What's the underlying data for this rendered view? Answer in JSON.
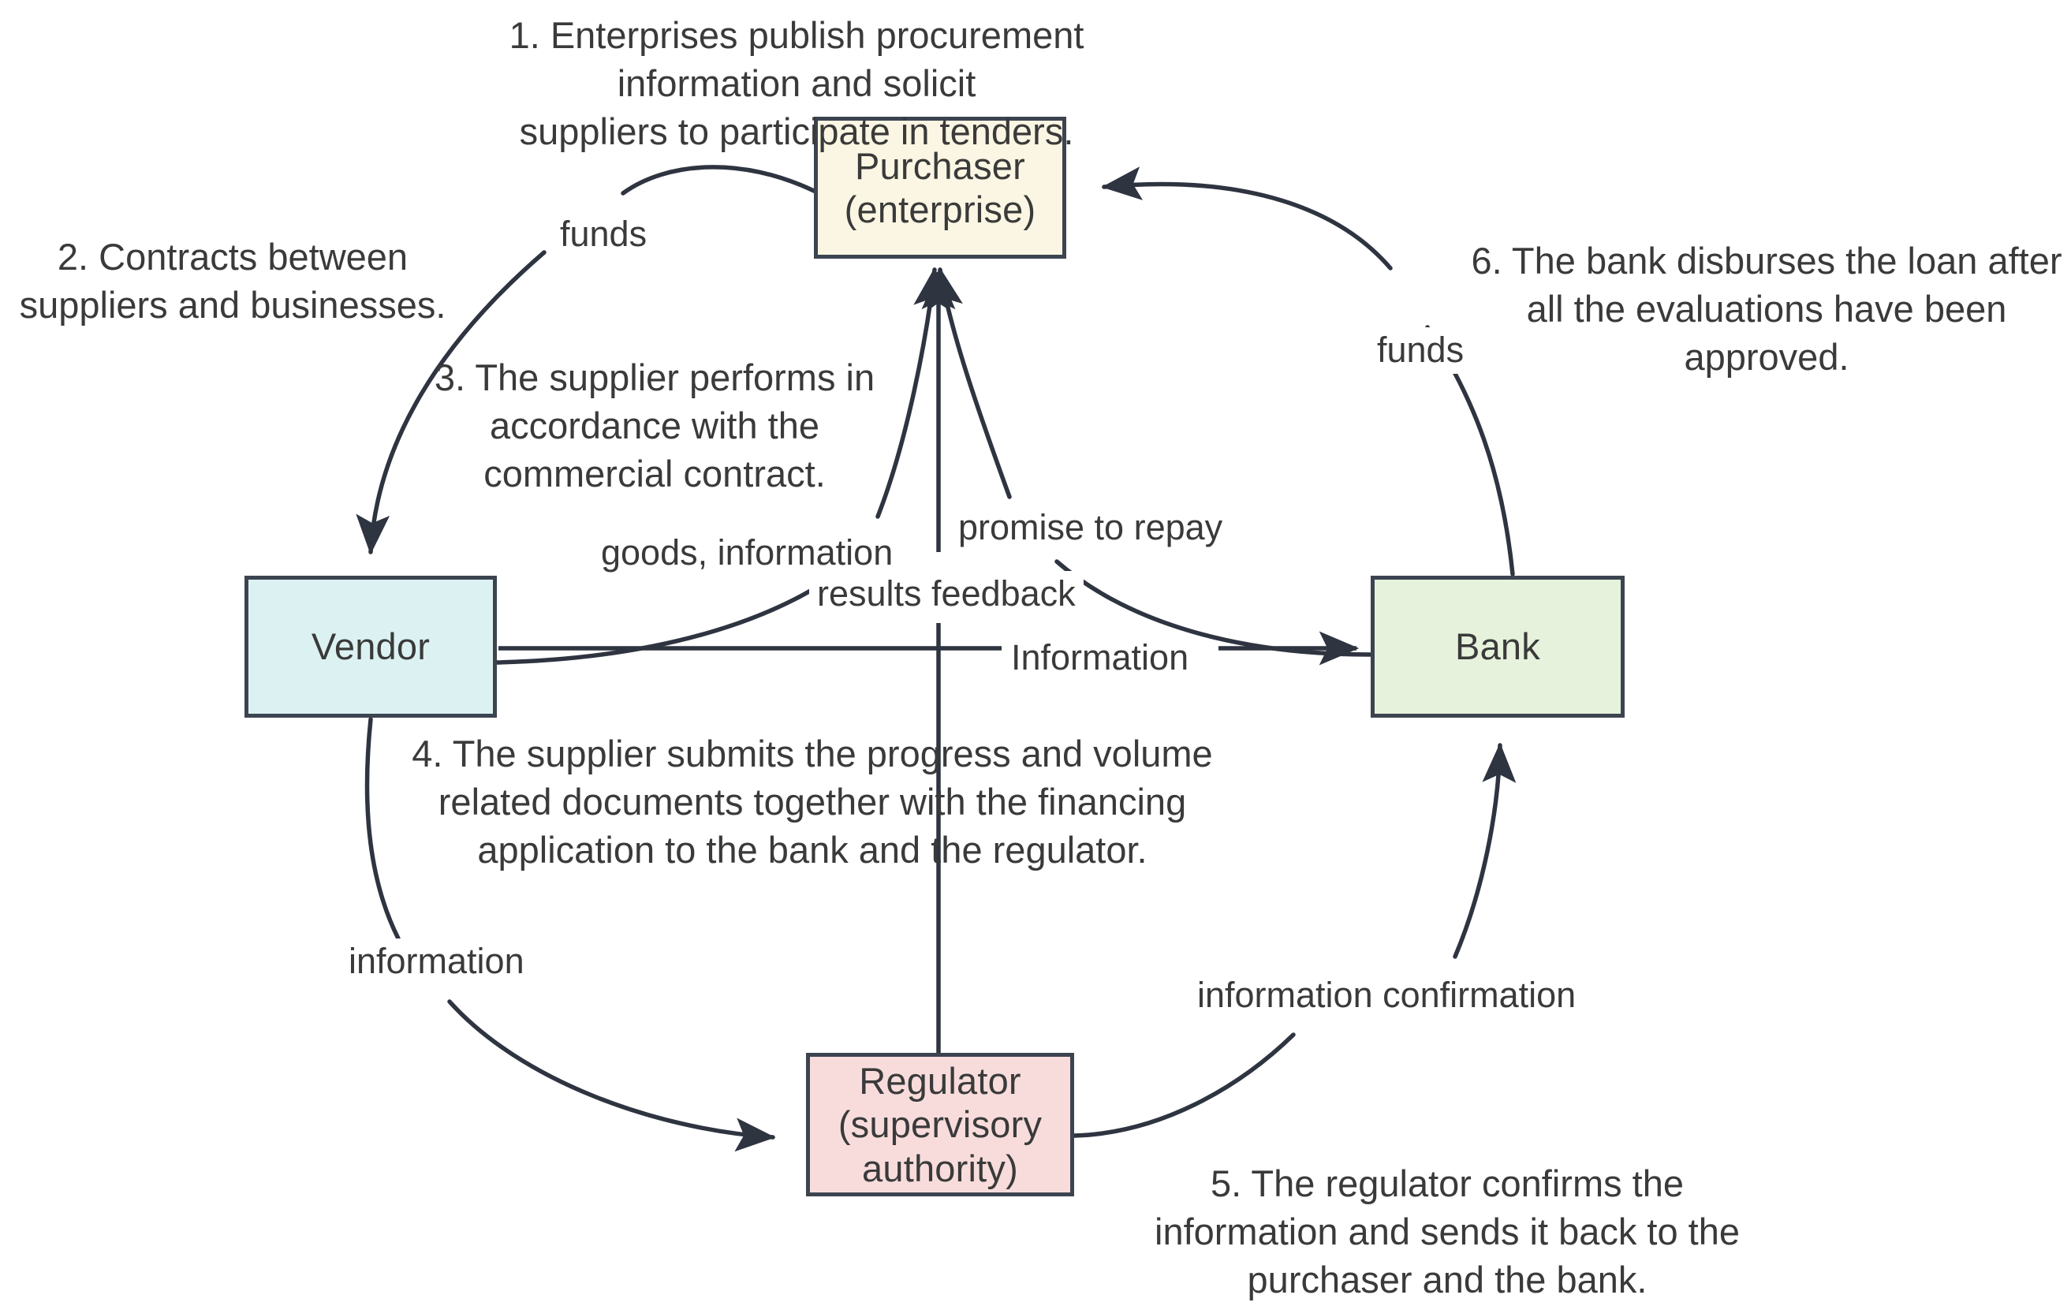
{
  "diagram": {
    "title": "Supply chain finance circular process flow",
    "background_color": "#ffffff",
    "stroke_color": "#3c4450",
    "text_color": "#3a3a3a"
  },
  "nodes": [
    {
      "id": "purchaser",
      "label_line1": "Purchaser",
      "label_line2": "(enterprise)",
      "fill": "#faf6e3",
      "border": "#3c4450"
    },
    {
      "id": "vendor",
      "label_line1": "Vendor",
      "label_line2": "",
      "fill": "#dcf2f2",
      "border": "#3c4450"
    },
    {
      "id": "bank",
      "label_line1": "Bank",
      "label_line2": "",
      "fill": "#e6f2dc",
      "border": "#3c4450"
    },
    {
      "id": "regulator",
      "label_line1": "Regulator",
      "label_line2": "(supervisory",
      "label_line3": "authority)",
      "fill": "#f8dcdc",
      "border": "#3c4450"
    }
  ],
  "captions": [
    {
      "id": "step-1",
      "line1": "1. Enterprises publish procurement information and solicit",
      "line2": "suppliers to participate in tenders."
    },
    {
      "id": "step-2",
      "line1": "2. Contracts between",
      "line2": "suppliers and businesses."
    },
    {
      "id": "step-3",
      "line1": "3. The supplier performs in",
      "line2": "accordance with the",
      "line3": "commercial contract."
    },
    {
      "id": "step-4",
      "line1": "4. The supplier submits the progress and volume",
      "line2": "related documents together with the financing",
      "line3": "application to the bank and the regulator."
    },
    {
      "id": "step-5",
      "line1": "5. The regulator confirms the",
      "line2": "information and sends it back to the",
      "line3": "purchaser and the bank."
    },
    {
      "id": "step-6",
      "line1": "6. The bank disburses the loan after",
      "line2": "all the evaluations have been",
      "line3": "approved."
    }
  ],
  "edge_labels": {
    "funds_left": "funds",
    "funds_right": "funds",
    "goods_information": "goods, information",
    "promise_to_repay": "promise to repay",
    "results_feedback": "results feedback",
    "information_middle": "Information",
    "information_lower_left": "information",
    "information_confirmation": "information confirmation"
  },
  "edges": [
    {
      "from": "purchaser",
      "to": "vendor",
      "label": "funds",
      "style": "arc"
    },
    {
      "from": "vendor",
      "to": "purchaser",
      "label": "goods, information",
      "style": "arc"
    },
    {
      "from": "bank",
      "to": "purchaser",
      "label": "promise to repay",
      "style": "arc"
    },
    {
      "from": "vendor",
      "to": "bank",
      "label": "Information",
      "style": "straight"
    },
    {
      "from": "regulator",
      "to": "purchaser",
      "label": "results feedback",
      "style": "straight"
    },
    {
      "from": "vendor",
      "to": "regulator",
      "label": "information",
      "style": "arc"
    },
    {
      "from": "regulator",
      "to": "bank",
      "label": "information confirmation",
      "style": "arc"
    },
    {
      "from": "bank",
      "to": "purchaser",
      "label": "funds",
      "style": "arc"
    }
  ]
}
